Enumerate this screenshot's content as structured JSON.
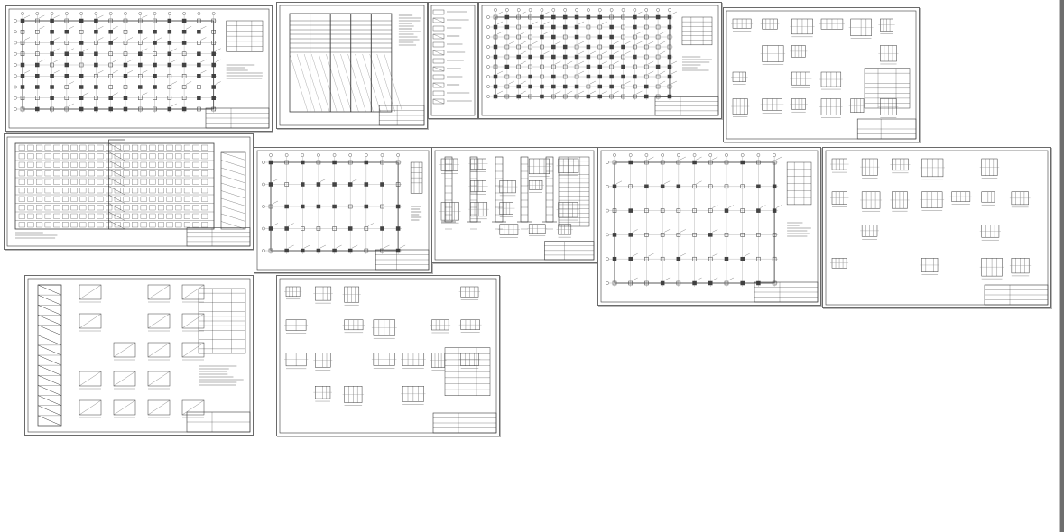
{
  "viewer": {
    "background": "#ffffff",
    "line_color": "#3a3a3a"
  },
  "sheets": [
    {
      "id": "foundation-plan",
      "kind": "plan",
      "cols": 13,
      "rows": 8,
      "table": true
    },
    {
      "id": "section-1-1",
      "kind": "section",
      "table": true
    },
    {
      "id": "legend-list",
      "kind": "legend"
    },
    {
      "id": "pile-field-plan",
      "kind": "plan",
      "cols": 15,
      "rows": 8,
      "table": true
    },
    {
      "id": "node-details",
      "kind": "details",
      "table": true
    },
    {
      "id": "facade",
      "kind": "facade",
      "floors": 10
    },
    {
      "id": "frame-plans",
      "kind": "plan",
      "cols": 8,
      "rows": 4,
      "table": true
    },
    {
      "id": "column-elevations",
      "kind": "elevations",
      "table": true
    },
    {
      "id": "slab-reinforcement",
      "kind": "plan",
      "cols": 10,
      "rows": 5,
      "table": true
    },
    {
      "id": "reinforcement-cages",
      "kind": "details",
      "table": false
    },
    {
      "id": "stair-sections",
      "kind": "stair",
      "table": true
    },
    {
      "id": "joint-details",
      "kind": "details",
      "table": true
    }
  ]
}
